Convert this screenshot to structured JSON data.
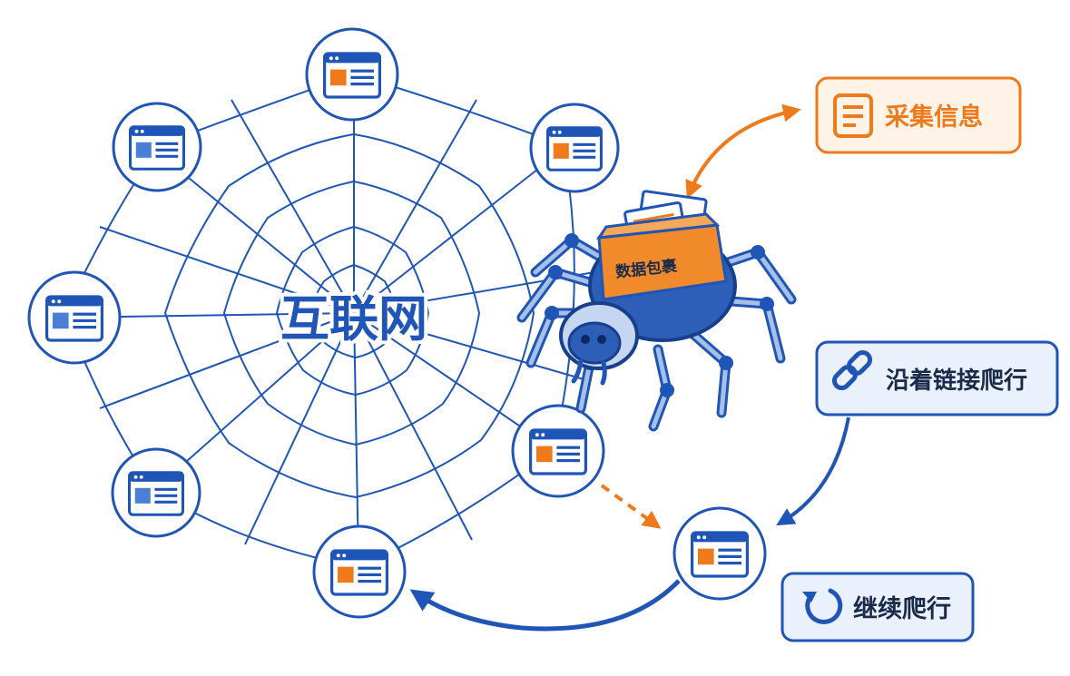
{
  "center_label": "互联网",
  "package_label": "数据包裹",
  "callouts": {
    "collect": {
      "label": "采集信息",
      "icon": "document-icon",
      "color": "#ee7a1c"
    },
    "follow": {
      "label": "沿着链接爬行",
      "icon": "link-icon",
      "color": "#1f55b7"
    },
    "continue": {
      "label": "继续爬行",
      "icon": "refresh-icon",
      "color": "#1f55b7"
    }
  },
  "nodes": [
    {
      "id": "top",
      "icon": "webpage-icon",
      "accent": "orange"
    },
    {
      "id": "upper-left",
      "icon": "webpage-icon",
      "accent": "blue"
    },
    {
      "id": "upper-right",
      "icon": "webpage-icon",
      "accent": "orange"
    },
    {
      "id": "left",
      "icon": "webpage-icon",
      "accent": "blue"
    },
    {
      "id": "lower-left",
      "icon": "webpage-icon",
      "accent": "blue"
    },
    {
      "id": "bottom",
      "icon": "webpage-icon",
      "accent": "orange"
    },
    {
      "id": "lower-right",
      "icon": "webpage-icon",
      "accent": "orange"
    },
    {
      "id": "outside",
      "icon": "webpage-icon",
      "accent": "orange"
    }
  ],
  "colors": {
    "primary_blue": "#1f55b7",
    "orange": "#ee7a1c",
    "light_blue": "#eaf1fc",
    "light_orange": "#fff3e8"
  }
}
